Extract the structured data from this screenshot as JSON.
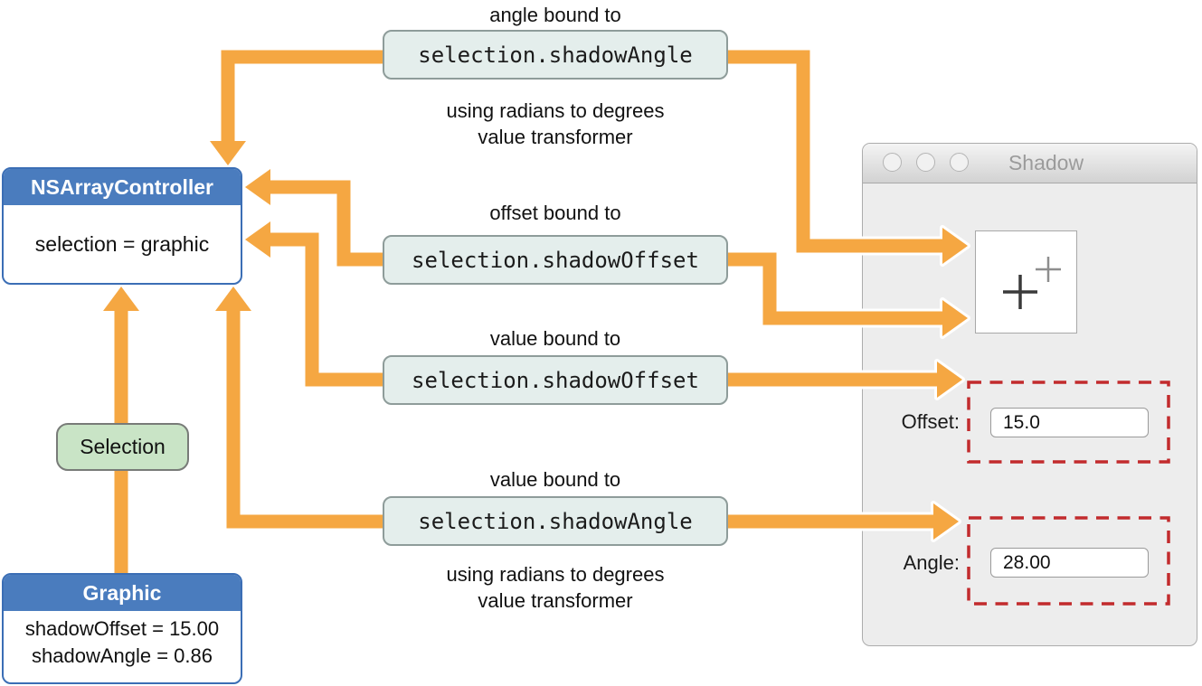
{
  "colors": {
    "orange": "#F5A742",
    "blue_header": "#4A7CBE",
    "blue_border": "#3B6EB5",
    "binding_fill": "#E4EEEC",
    "binding_border": "#8E9C9A",
    "green_fill": "#C9E4C6",
    "green_border": "#787B78",
    "red_dashed": "#C22B2D"
  },
  "controller": {
    "title": "NSArrayController",
    "body": "selection = graphic"
  },
  "graphic": {
    "title": "Graphic",
    "lines": [
      "shadowOffset = 15.00",
      "shadowAngle = 0.86"
    ]
  },
  "selection": {
    "label": "Selection"
  },
  "bindings": [
    {
      "caption": "angle bound to",
      "key": "selection.shadowAngle",
      "note_line1": "using radians to degrees",
      "note_line2": "value transformer"
    },
    {
      "caption": "offset bound to",
      "key": "selection.shadowOffset"
    },
    {
      "caption": "value bound to",
      "key": "selection.shadowOffset"
    },
    {
      "caption": "value bound to",
      "key": "selection.shadowAngle",
      "note_line1": "using radians to degrees",
      "note_line2": "value transformer"
    }
  ],
  "window": {
    "title": "Shadow",
    "offset": {
      "label": "Offset:",
      "value": "15.0"
    },
    "angle": {
      "label": "Angle:",
      "value": "28.00"
    }
  }
}
